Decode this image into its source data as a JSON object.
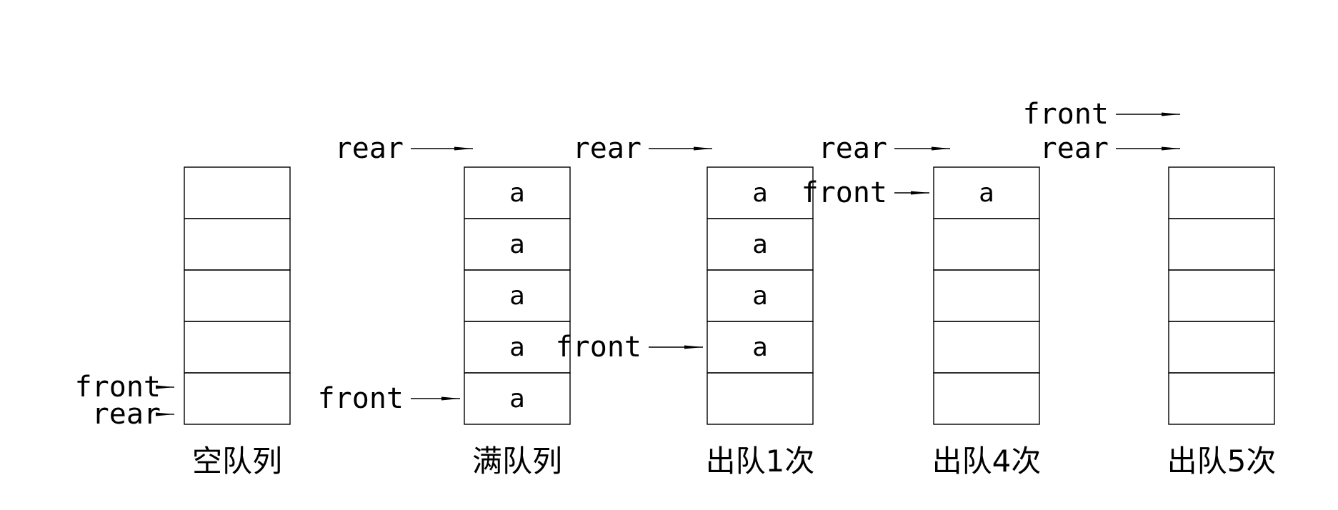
{
  "diagram": {
    "line_color": "#000000",
    "queues": [
      {
        "caption": "空队列",
        "cells": [
          "",
          "",
          "",
          "",
          ""
        ],
        "pointers": [
          {
            "label": "front",
            "target_cell": 4
          },
          {
            "label": "rear",
            "target_cell": 4
          }
        ]
      },
      {
        "caption": "满队列",
        "cells": [
          "a",
          "a",
          "a",
          "a",
          "a"
        ],
        "pointers": [
          {
            "label": "rear",
            "target_cell": -1
          },
          {
            "label": "front",
            "target_cell": 4
          }
        ]
      },
      {
        "caption": "出队1次",
        "cells": [
          "a",
          "a",
          "a",
          "a",
          ""
        ],
        "pointers": [
          {
            "label": "rear",
            "target_cell": -1
          },
          {
            "label": "front",
            "target_cell": 3
          }
        ]
      },
      {
        "caption": "出队4次",
        "cells": [
          "a",
          "",
          "",
          "",
          ""
        ],
        "pointers": [
          {
            "label": "rear",
            "target_cell": -1
          },
          {
            "label": "front",
            "target_cell": 0
          }
        ]
      },
      {
        "caption": "出队5次",
        "cells": [
          "",
          "",
          "",
          "",
          ""
        ],
        "pointers": [
          {
            "label": "front",
            "target_cell": -2
          },
          {
            "label": "rear",
            "target_cell": -1
          }
        ]
      }
    ]
  }
}
